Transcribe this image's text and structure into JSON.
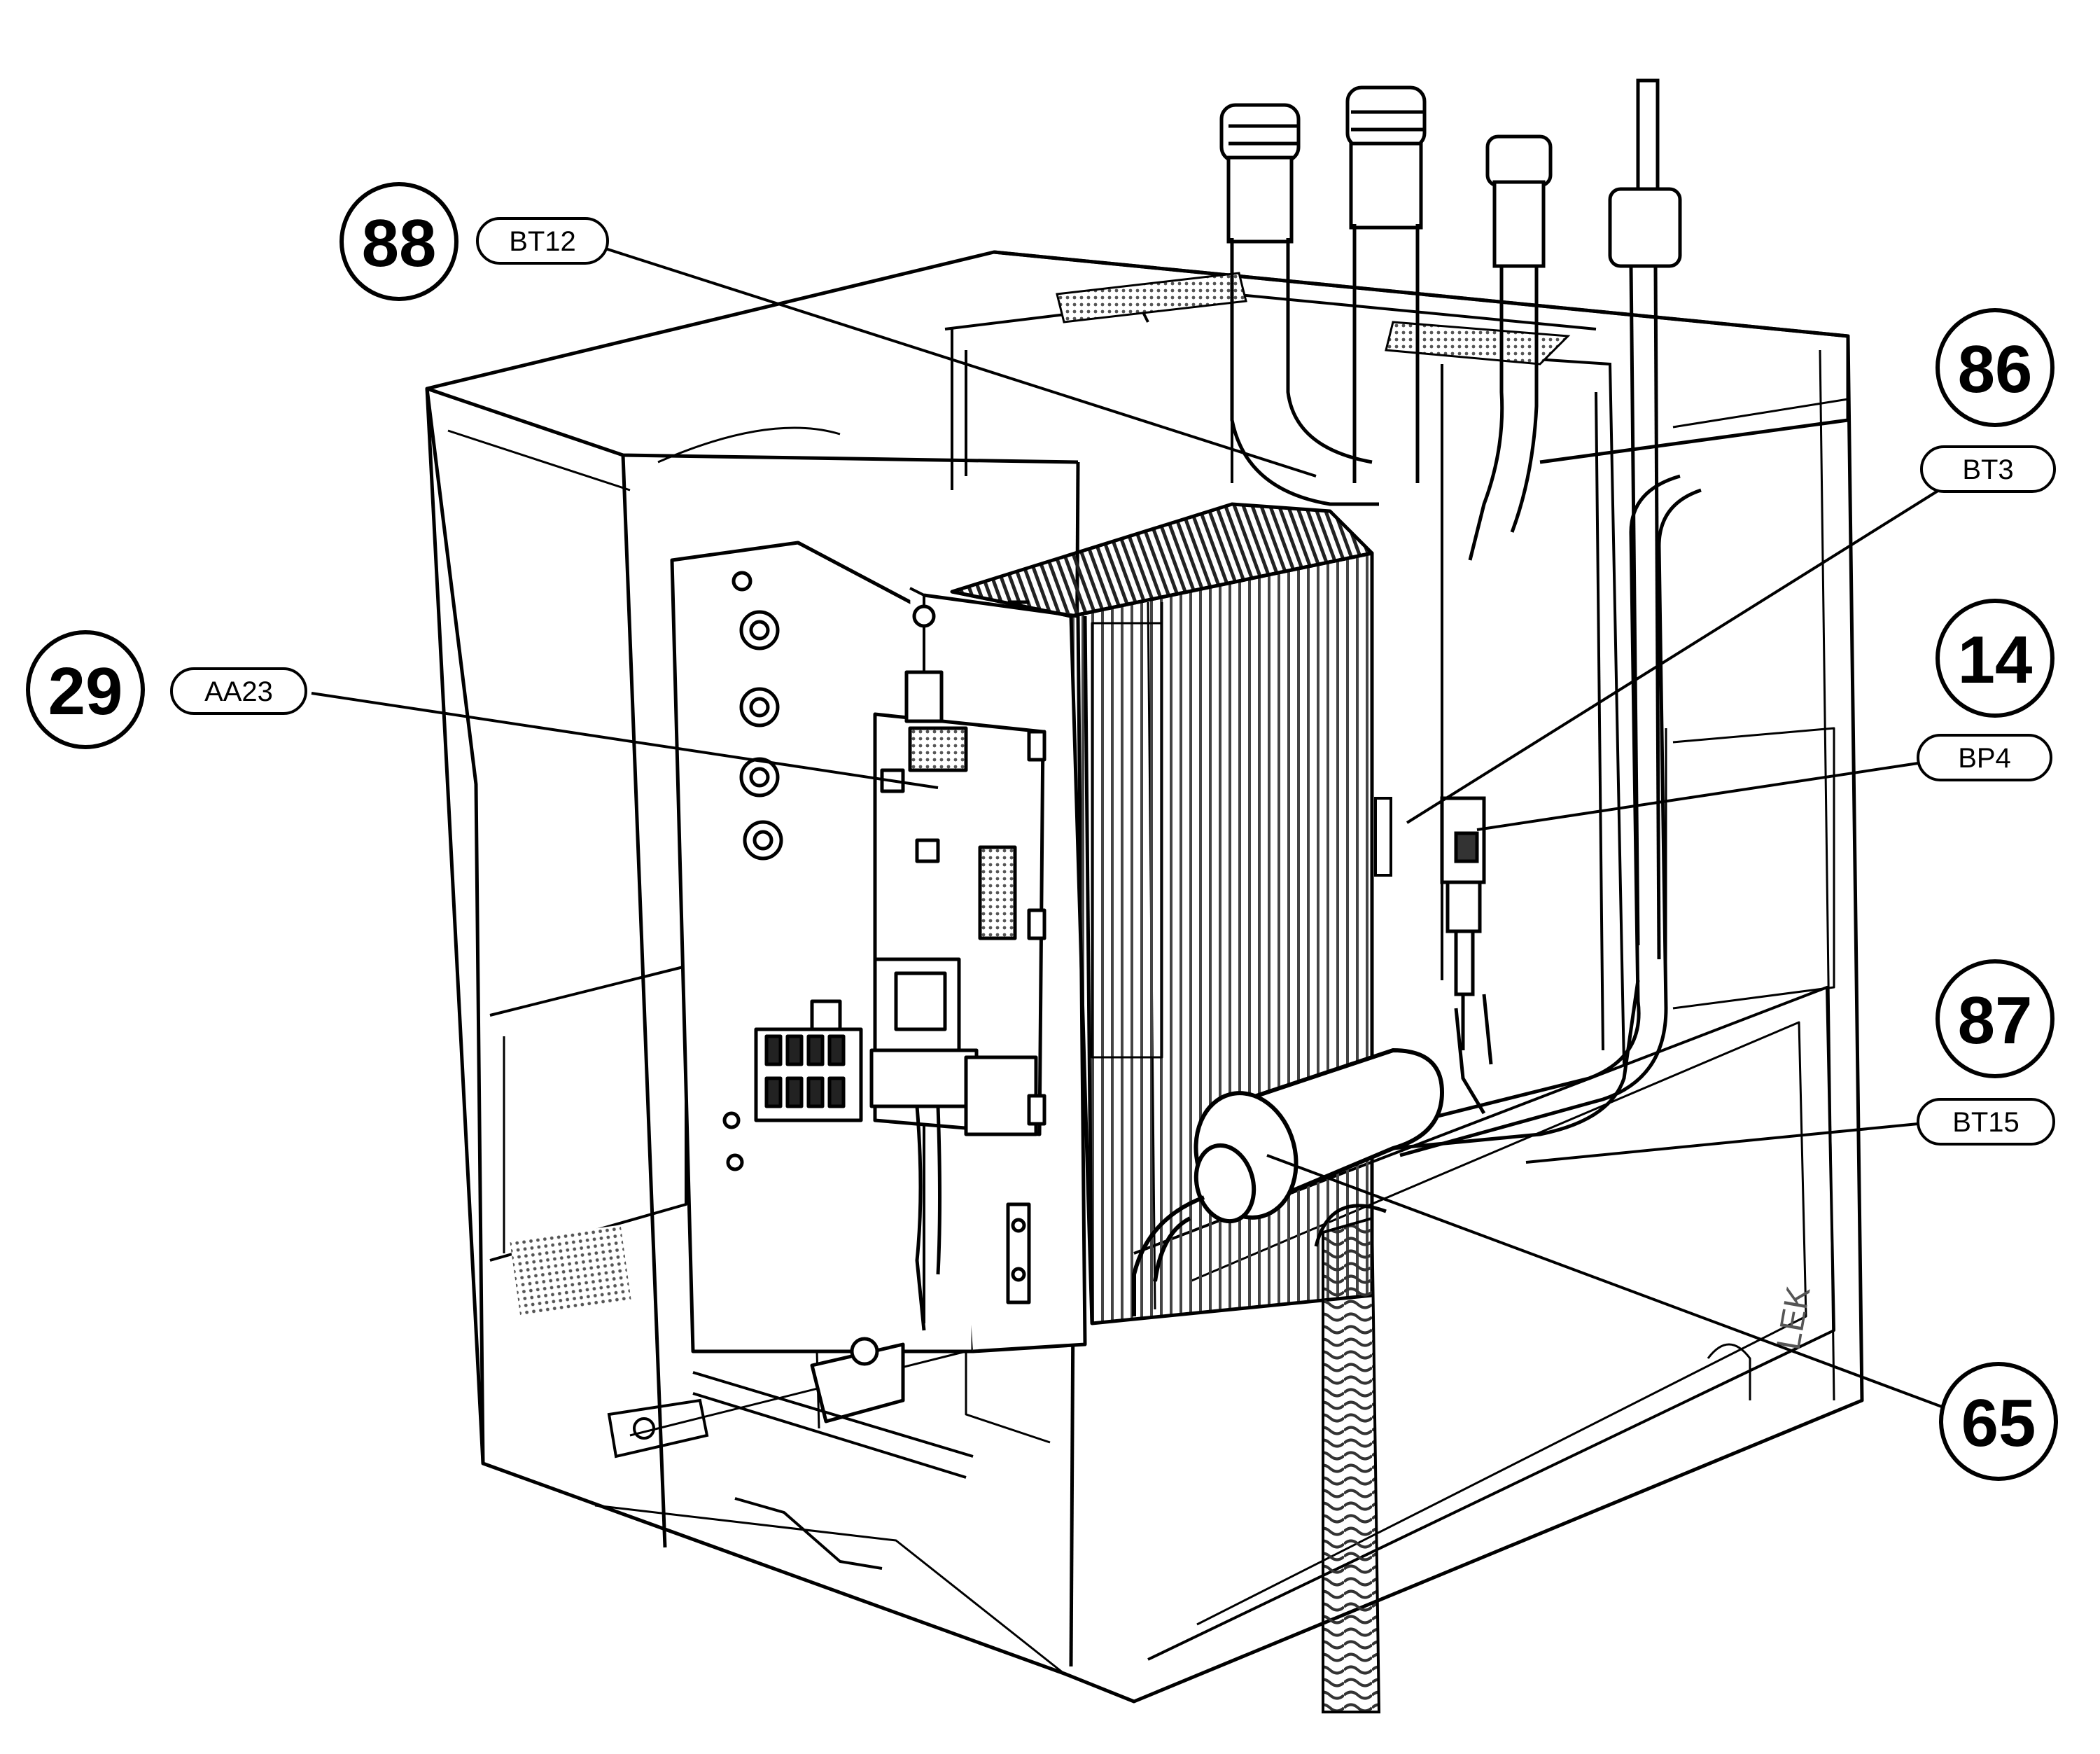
{
  "callouts": [
    {
      "id": "c88",
      "number": "88",
      "tag": "BT12"
    },
    {
      "id": "c86",
      "number": "86",
      "tag": "BT3"
    },
    {
      "id": "c29",
      "number": "29",
      "tag": "AA23"
    },
    {
      "id": "c14",
      "number": "14",
      "tag": "BP4"
    },
    {
      "id": "c87",
      "number": "87",
      "tag": "BT15"
    },
    {
      "id": "c65",
      "number": "65",
      "tag": ""
    }
  ],
  "housing_mark": "LEK",
  "colors": {
    "line": "#000000",
    "shade": "#555555",
    "background": "#ffffff"
  }
}
